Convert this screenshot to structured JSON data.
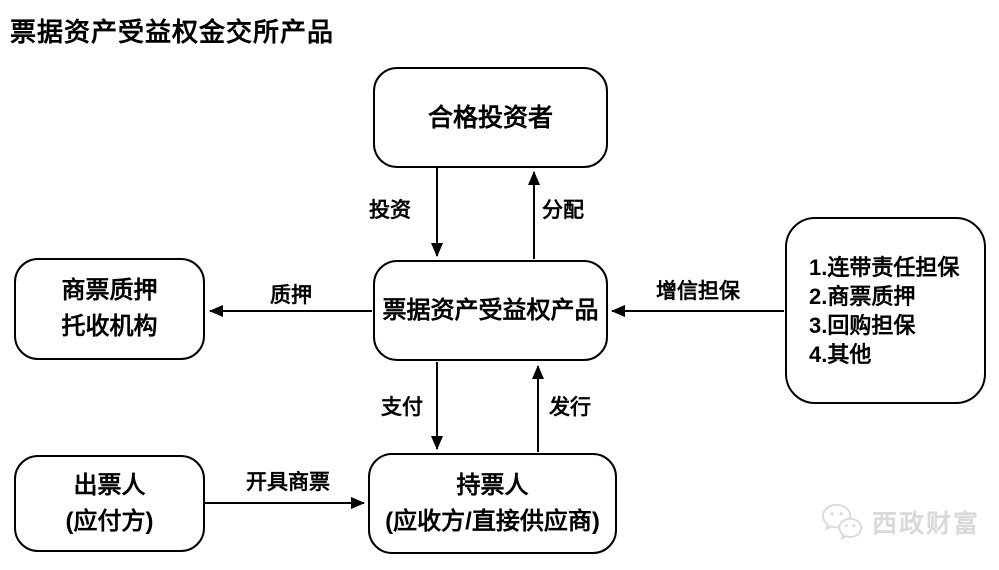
{
  "title": "票据资产受益权金交所产品",
  "nodes": {
    "qualified_investor": {
      "lines": [
        "合格投资者"
      ]
    },
    "product": {
      "lines": [
        "票据资产受益权产品"
      ]
    },
    "pledge_agency": {
      "lines": [
        "商票质押",
        "托收机构"
      ]
    },
    "guarantees": {
      "lines": [
        "1.连带责任担保",
        "2.商票质押",
        "3.回购担保",
        "4.其他"
      ]
    },
    "drawer": {
      "lines": [
        "出票人",
        "(应付方)"
      ]
    },
    "holder": {
      "lines": [
        "持票人",
        "(应收方/直接供应商)"
      ]
    }
  },
  "edges": {
    "invest": "投资",
    "distribute": "分配",
    "pledge": "质押",
    "credit_enhancement": "增信担保",
    "pay": "支付",
    "issue": "发行",
    "issue_bill": "开具商票"
  },
  "watermark": {
    "text": "西政财富",
    "icon": "wechat-icon"
  },
  "colors": {
    "line": "#000000",
    "background": "#ffffff",
    "watermark": "#d9d9d9"
  }
}
